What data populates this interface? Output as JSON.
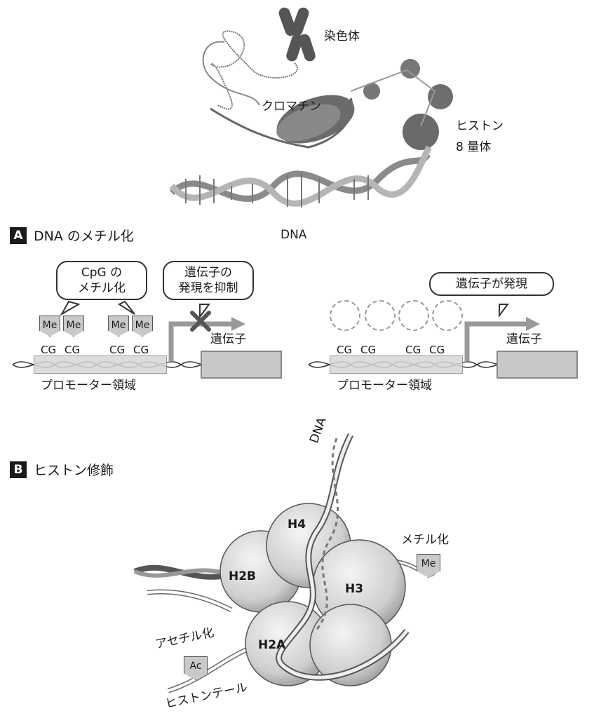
{
  "top": {
    "chromosome": "染色体",
    "chromatin": "クロマチン",
    "histone_octamer_line1": "ヒストン",
    "histone_octamer_line2": "8 量体",
    "dna": "DNA"
  },
  "section_a": {
    "badge": "A",
    "title": "DNA のメチル化",
    "left": {
      "cpg_bubble_line1": "CpG の",
      "cpg_bubble_line2": "メチル化",
      "repress_bubble_line1": "遺伝子の",
      "repress_bubble_line2": "発現を抑制",
      "me_tags": [
        "Me",
        "Me",
        "Me",
        "Me"
      ],
      "cg_labels": [
        "CG",
        "CG",
        "CG",
        "CG"
      ],
      "gene_label": "遺伝子",
      "promoter_label": "プロモーター領域"
    },
    "right": {
      "express_bubble": "遺伝子が発現",
      "cg_labels": [
        "CG",
        "CG",
        "CG",
        "CG"
      ],
      "gene_label": "遺伝子",
      "promoter_label": "プロモーター領域"
    }
  },
  "section_b": {
    "badge": "B",
    "title": "ヒストン修飾",
    "dna": "DNA",
    "histones": [
      "H4",
      "H2B",
      "H3",
      "H2A"
    ],
    "methylation": "メチル化",
    "me_tag": "Me",
    "acetylation": "アセチル化",
    "ac_tag": "Ac",
    "tail": "ヒストンテール"
  },
  "colors": {
    "ink": "#1a1a1a",
    "box": "#c8c8c8",
    "arrow": "#999999",
    "cross": "#555555"
  }
}
